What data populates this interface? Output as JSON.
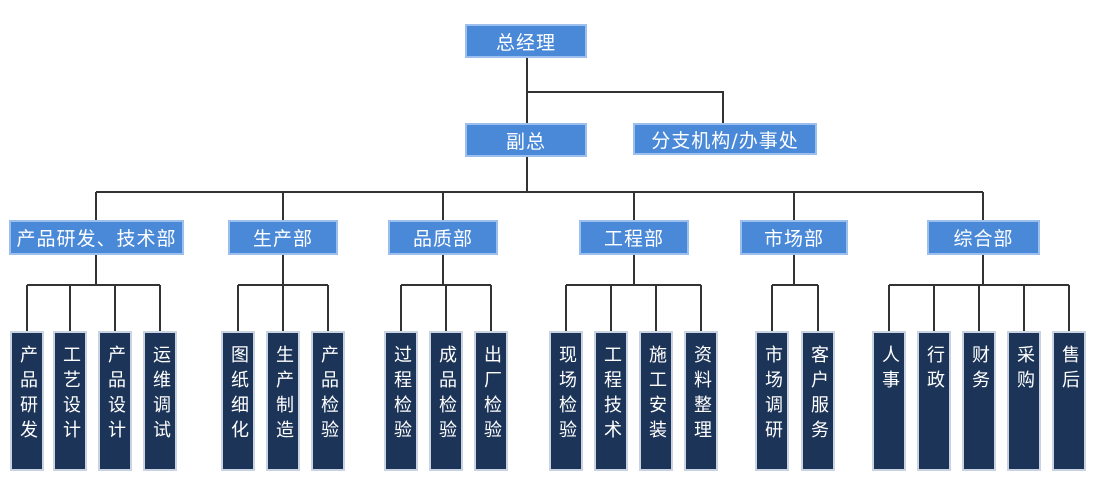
{
  "colors": {
    "primary_blue": "#4a89d8",
    "primary_blue_border": "#9dbfee",
    "dark_navy": "#1c3458",
    "navy_border": "#c9d3e2",
    "connector_line": "#333333",
    "text": "#ffffff"
  },
  "org": {
    "root": {
      "label": "总经理"
    },
    "level2": [
      {
        "label": "副总"
      },
      {
        "label": "分支机构/办事处"
      }
    ],
    "departments": [
      {
        "label": "产品研发、技术部",
        "children": [
          "产品研发",
          "工艺设计",
          "产品设计",
          "运维调试"
        ]
      },
      {
        "label": "生产部",
        "children": [
          "图纸细化",
          "生产制造",
          "产品检验"
        ]
      },
      {
        "label": "品质部",
        "children": [
          "过程检验",
          "成品检验",
          "出厂检验"
        ]
      },
      {
        "label": "工程部",
        "children": [
          "现场检验",
          "工程技术",
          "施工安装",
          "资料整理"
        ]
      },
      {
        "label": "市场部",
        "children": [
          "市场调研",
          "客户服务"
        ]
      },
      {
        "label": "综合部",
        "children": [
          "人事",
          "行政",
          "财务",
          "采购",
          "售后"
        ]
      }
    ]
  }
}
